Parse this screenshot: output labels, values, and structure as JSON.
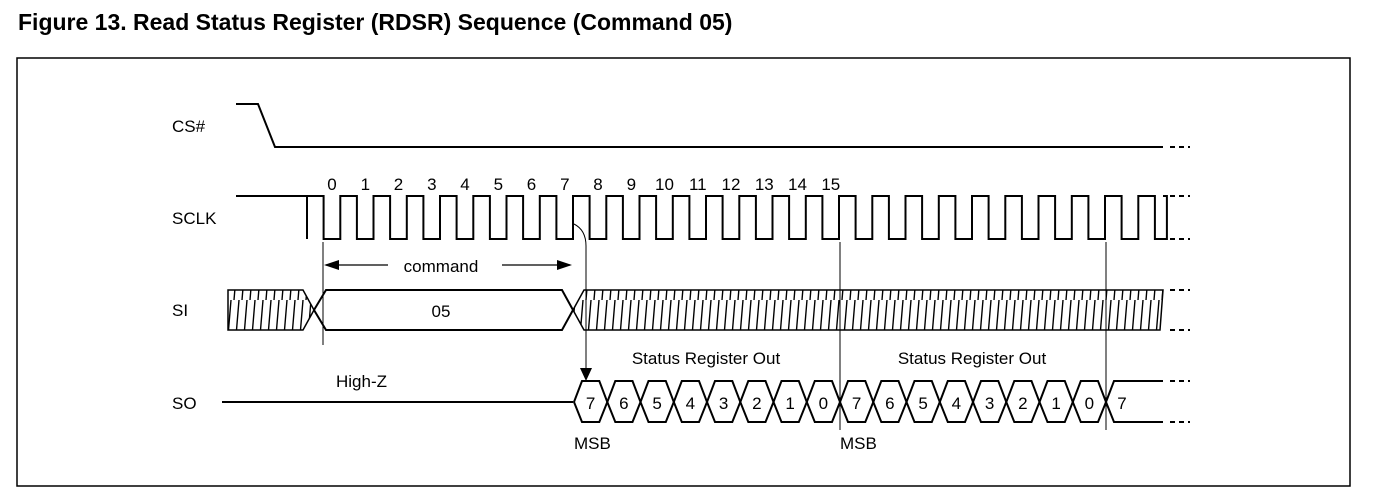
{
  "figure": {
    "title": "Figure 13. Read Status Register (RDSR) Sequence (Command 05)"
  },
  "signals": {
    "cs": "CS#",
    "sclk": "SCLK",
    "si": "SI",
    "so": "SO"
  },
  "clock_cycle_labels": [
    "0",
    "1",
    "2",
    "3",
    "4",
    "5",
    "6",
    "7",
    "8",
    "9",
    "10",
    "11",
    "12",
    "13",
    "14",
    "15"
  ],
  "annotations": {
    "command": "command",
    "command_value": "05",
    "high_z": "High-Z",
    "status_out_1": "Status Register Out",
    "status_out_2": "Status Register Out",
    "msb_1": "MSB",
    "msb_2": "MSB"
  },
  "so_bits": [
    "7",
    "6",
    "5",
    "4",
    "3",
    "2",
    "1",
    "0",
    "7",
    "6",
    "5",
    "4",
    "3",
    "2",
    "1",
    "0",
    "7"
  ]
}
